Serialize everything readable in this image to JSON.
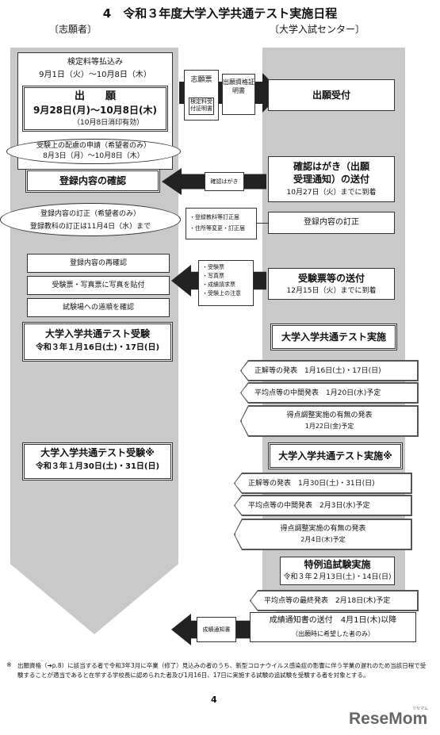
{
  "page": {
    "title": "4　令和３年度大学入学共通テスト実施日程",
    "left_header": "〔志願者〕",
    "right_header": "〔大学入試センター〕",
    "page_number": "4",
    "footnote_mark": "※",
    "footnote": "出願資格（➔p.8）に該当する者で令和3年3月に卒業（修了）見込みの者のうち、新型コロナウイルス感染症の影響に伴う学業の遅れのため当該日程で受験することが適当であると在学する学校長に認められた者及び1月16日、17日に実施する試験の追試験を受験する者を対象とする。",
    "logo": "ReseMom",
    "logo_ruby": "リセマム"
  },
  "left": {
    "fee": "検定料等払込み",
    "fee_dates": "9月1日（火）〜10月8日（木）",
    "apply_title": "出　　願",
    "apply_dates": "9月28日(月)〜10月8日(木)",
    "apply_note": "（10月8日消印有効）",
    "care_request": "受験上の配慮の申請（希望者のみ）",
    "care_dates": "8月3日（月）〜10月8日（木）",
    "confirm": "登録内容の確認",
    "correct_request": "登録内容の訂正（希望者のみ）",
    "correct_note": "登録教科の訂正は11月4日（水）まで",
    "recheck": "登録内容の再確認",
    "photo": "受験票・写真票に写真を貼付",
    "route": "試験場への道順を確認",
    "exam1_title": "大学入学共通テスト受験",
    "exam1_dates": "令和３年１月16日(土)・17日(日)",
    "exam2_title": "大学入学共通テスト受験※",
    "exam2_dates": "令和３年１月30日(土)・31日(日)"
  },
  "middle": {
    "doc_application": "志願票",
    "doc_receipt": "検定料受付証明書",
    "doc_qualification": "出願資格証明書",
    "doc_postcard": "確認はがき",
    "doc_correct_1": "・登録教科等訂正届",
    "doc_correct_2": "・住所等変更・訂正届",
    "doc_ticket_1": "・受験票",
    "doc_ticket_2": "・写真票",
    "doc_ticket_3": "・成績請求票",
    "doc_ticket_4": "・受験上の注意",
    "doc_results": "成績通知書"
  },
  "right": {
    "receive": "出願受付",
    "postcard_title_1": "確認はがき（出願",
    "postcard_title_2": "受理通知）の送付",
    "postcard_date": "10月27日（火）までに到着",
    "correction": "登録内容の訂正",
    "ticket_title": "受験票等の送付",
    "ticket_date": "12月15日（火）までに到着",
    "exam1": "大学入学共通テスト実施",
    "ann1": "正解等の発表　1月16日(土)・17日(日)",
    "ann2": "平均点等の中間発表　1月20日(水)予定",
    "ann3_title": "得点調整実施の有無の発表",
    "ann3_date": "1月22日(金)予定",
    "exam2": "大学入学共通テスト実施※",
    "ann4": "正解等の発表　1月30日(土)・31日(日)",
    "ann5": "平均点等の中間発表　2月3日(水)予定",
    "ann6_title": "得点調整実施の有無の発表",
    "ann6_date": "2月4日(木)予定",
    "makeup_title": "特例追試験実施",
    "makeup_dates": "令和３年２月13日(土)・14日(日)",
    "final": "平均点等の最終発表　2月18日(木)予定",
    "results_title": "成績通知書の送付　4月1日(木)以降",
    "results_note": "（出願時に希望した者のみ）"
  },
  "colors": {
    "column": "#c9c9c9",
    "text": "#111111",
    "arrow": "#222222"
  }
}
